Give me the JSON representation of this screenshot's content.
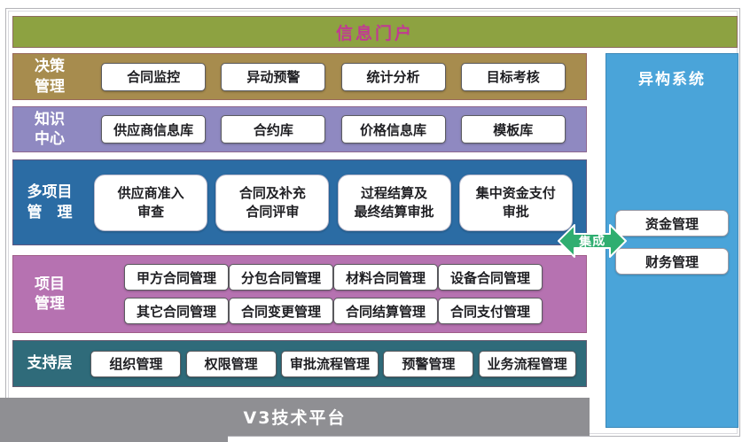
{
  "colors": {
    "portal_green": "#8DA241",
    "portal_title_magenta": "#C13A92",
    "decision_tan": "#A78C4E",
    "knowledge_purple": "#8F89C1",
    "multiproject_blue": "#2B6CA4",
    "project_orchid": "#B672B1",
    "support_teal": "#2F6B7A",
    "platform_gray": "#8F8F93",
    "external_blue": "#4AA4D9",
    "integration_green": "#2FAE70"
  },
  "portal": {
    "title": "信息门户"
  },
  "rows": [
    {
      "label": "决策\n管理",
      "buttons": [
        "合同监控",
        "异动预警",
        "统计分析",
        "目标考核"
      ]
    },
    {
      "label": "知识\n中心",
      "buttons": [
        "供应商信息库",
        "合约库",
        "价格信息库",
        "模板库"
      ]
    },
    {
      "label": "多项目\n管　理",
      "buttons": [
        "供应商准入\n审查",
        "合同及补充\n合同评审",
        "过程结算及\n最终结算审批",
        "集中资金支付\n审批"
      ]
    },
    {
      "label": "项目\n管理",
      "button_rows": [
        [
          "甲方合同管理",
          "分包合同管理",
          "材料合同管理",
          "设备合同管理"
        ],
        [
          "其它合同管理",
          "合同变更管理",
          "合同结算管理",
          "合同支付管理"
        ]
      ]
    },
    {
      "label": "支持层",
      "buttons": [
        "组织管理",
        "权限管理",
        "审批流程管理",
        "预警管理",
        "业务流程管理"
      ]
    }
  ],
  "platform": {
    "title": "V3技术平台"
  },
  "external_system": {
    "title": "异构系统",
    "buttons": [
      "资金管理",
      "财务管理"
    ]
  },
  "connector": {
    "label": "集成"
  }
}
